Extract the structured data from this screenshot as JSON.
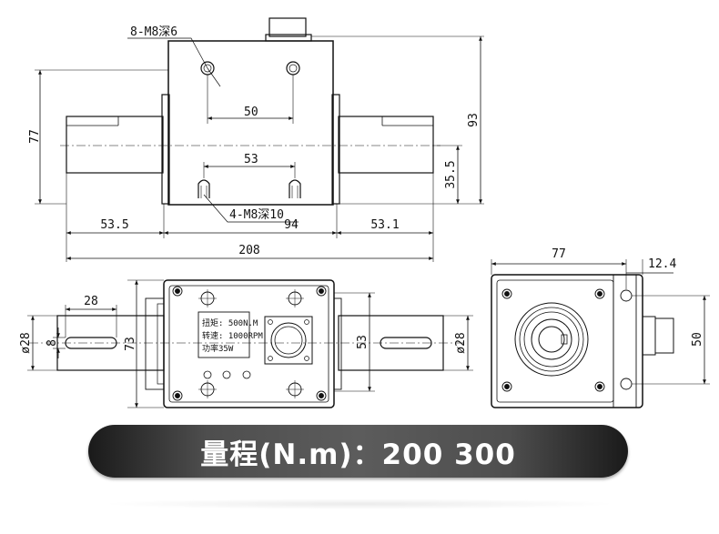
{
  "front_view": {
    "thread_top_label": "8-M8深6",
    "thread_bottom_label": "4-M8深10",
    "dim_top_holes": "50",
    "dim_bottom_holes": "53",
    "dim_height_left": "77",
    "dim_height_right": "93",
    "dim_axis_height": "35.5",
    "dim_left_shaft": "53.5",
    "dim_body_width": "94",
    "dim_right_shaft": "53.1",
    "dim_overall": "208"
  },
  "top_view": {
    "dim_key_length": "28",
    "dim_left_diameter": "ø28",
    "dim_key_width": "8",
    "dim_body_depth": "73",
    "dim_connector": "53",
    "dim_right_diameter": "ø28",
    "nameplate": {
      "line1": "扭矩: 500N.M",
      "line2": "转速: 1000RPM",
      "line3": "功率35W"
    }
  },
  "side_view": {
    "dim_width": "77",
    "dim_offset": "12.4",
    "dim_height": "50"
  },
  "banner": {
    "text": "量程(N.m)：200 300"
  }
}
